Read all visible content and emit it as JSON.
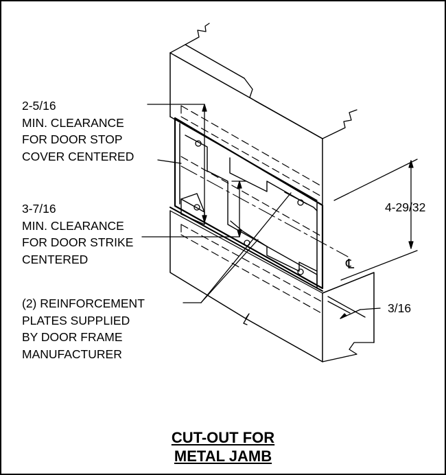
{
  "notes": {
    "stop_clearance": [
      "2-5/16",
      "MIN. CLEARANCE",
      "FOR DOOR STOP",
      "COVER CENTERED"
    ],
    "strike_clearance": [
      "3-7/16",
      "MIN. CLEARANCE",
      "FOR DOOR STRIKE",
      "CENTERED"
    ],
    "reinforcement": [
      "(2) REINFORCEMENT",
      "PLATES SUPPLIED",
      "BY DOOR FRAME",
      "MANUFACTURER"
    ]
  },
  "dimensions": {
    "cutout_height": "4-29/32",
    "offset": "3/16",
    "centerline_symbol": "℄"
  },
  "title": {
    "line1": "CUT-OUT FOR",
    "line2": "METAL JAMB"
  }
}
